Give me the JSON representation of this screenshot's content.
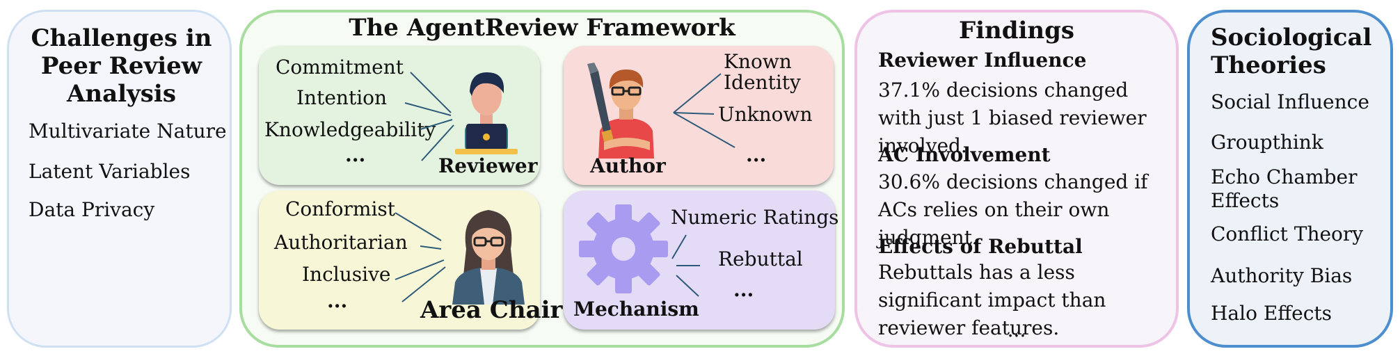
{
  "challenges": {
    "title": "Challenges in Peer Review Analysis",
    "items": [
      "Multivariate Nature",
      "Latent Variables",
      "Data Privacy"
    ]
  },
  "framework": {
    "title": "The AgentReview Framework",
    "reviewer": {
      "label": "Reviewer",
      "items": [
        "Commitment",
        "Intention",
        "Knowledgeability",
        "..."
      ]
    },
    "author": {
      "label": "Author",
      "items": [
        "Known",
        "Identity",
        "Unknown",
        "..."
      ]
    },
    "area_chair": {
      "label": "Area Chair",
      "items": [
        "Conformist",
        "Authoritarian",
        "Inclusive",
        "..."
      ]
    },
    "mechanism": {
      "label": "Mechanism",
      "items": [
        "Numeric Ratings",
        "Rebuttal",
        "..."
      ]
    }
  },
  "findings": {
    "title": "Findings",
    "sections": [
      {
        "heading": "Reviewer Influence",
        "text": "37.1% decisions changed with just 1 biased reviewer involved."
      },
      {
        "heading": "AC Involvement",
        "text": "30.6% decisions changed if ACs relies on their own judgment."
      },
      {
        "heading": "Effects of Rebuttal",
        "text": "Rebuttals has a less significant impact than reviewer features."
      }
    ],
    "ellipsis": "..."
  },
  "theories": {
    "title": "Sociological Theories",
    "items": [
      "Social Influence",
      "Groupthink",
      "Echo Chamber Effects",
      "Conflict Theory",
      "Authority Bias",
      "Halo Effects"
    ]
  },
  "colors": {
    "reviewer_box": "#e3f3df",
    "author_box": "#f9dcda",
    "area_chair_box": "#f7f7d8",
    "mechanism_box": "#e4dbf7",
    "gear": "#a99cf0",
    "theories_border": "#4d8ecf"
  },
  "icons": [
    "reviewer-person-icon",
    "author-person-icon",
    "area-chair-person-icon",
    "gear-icon"
  ]
}
